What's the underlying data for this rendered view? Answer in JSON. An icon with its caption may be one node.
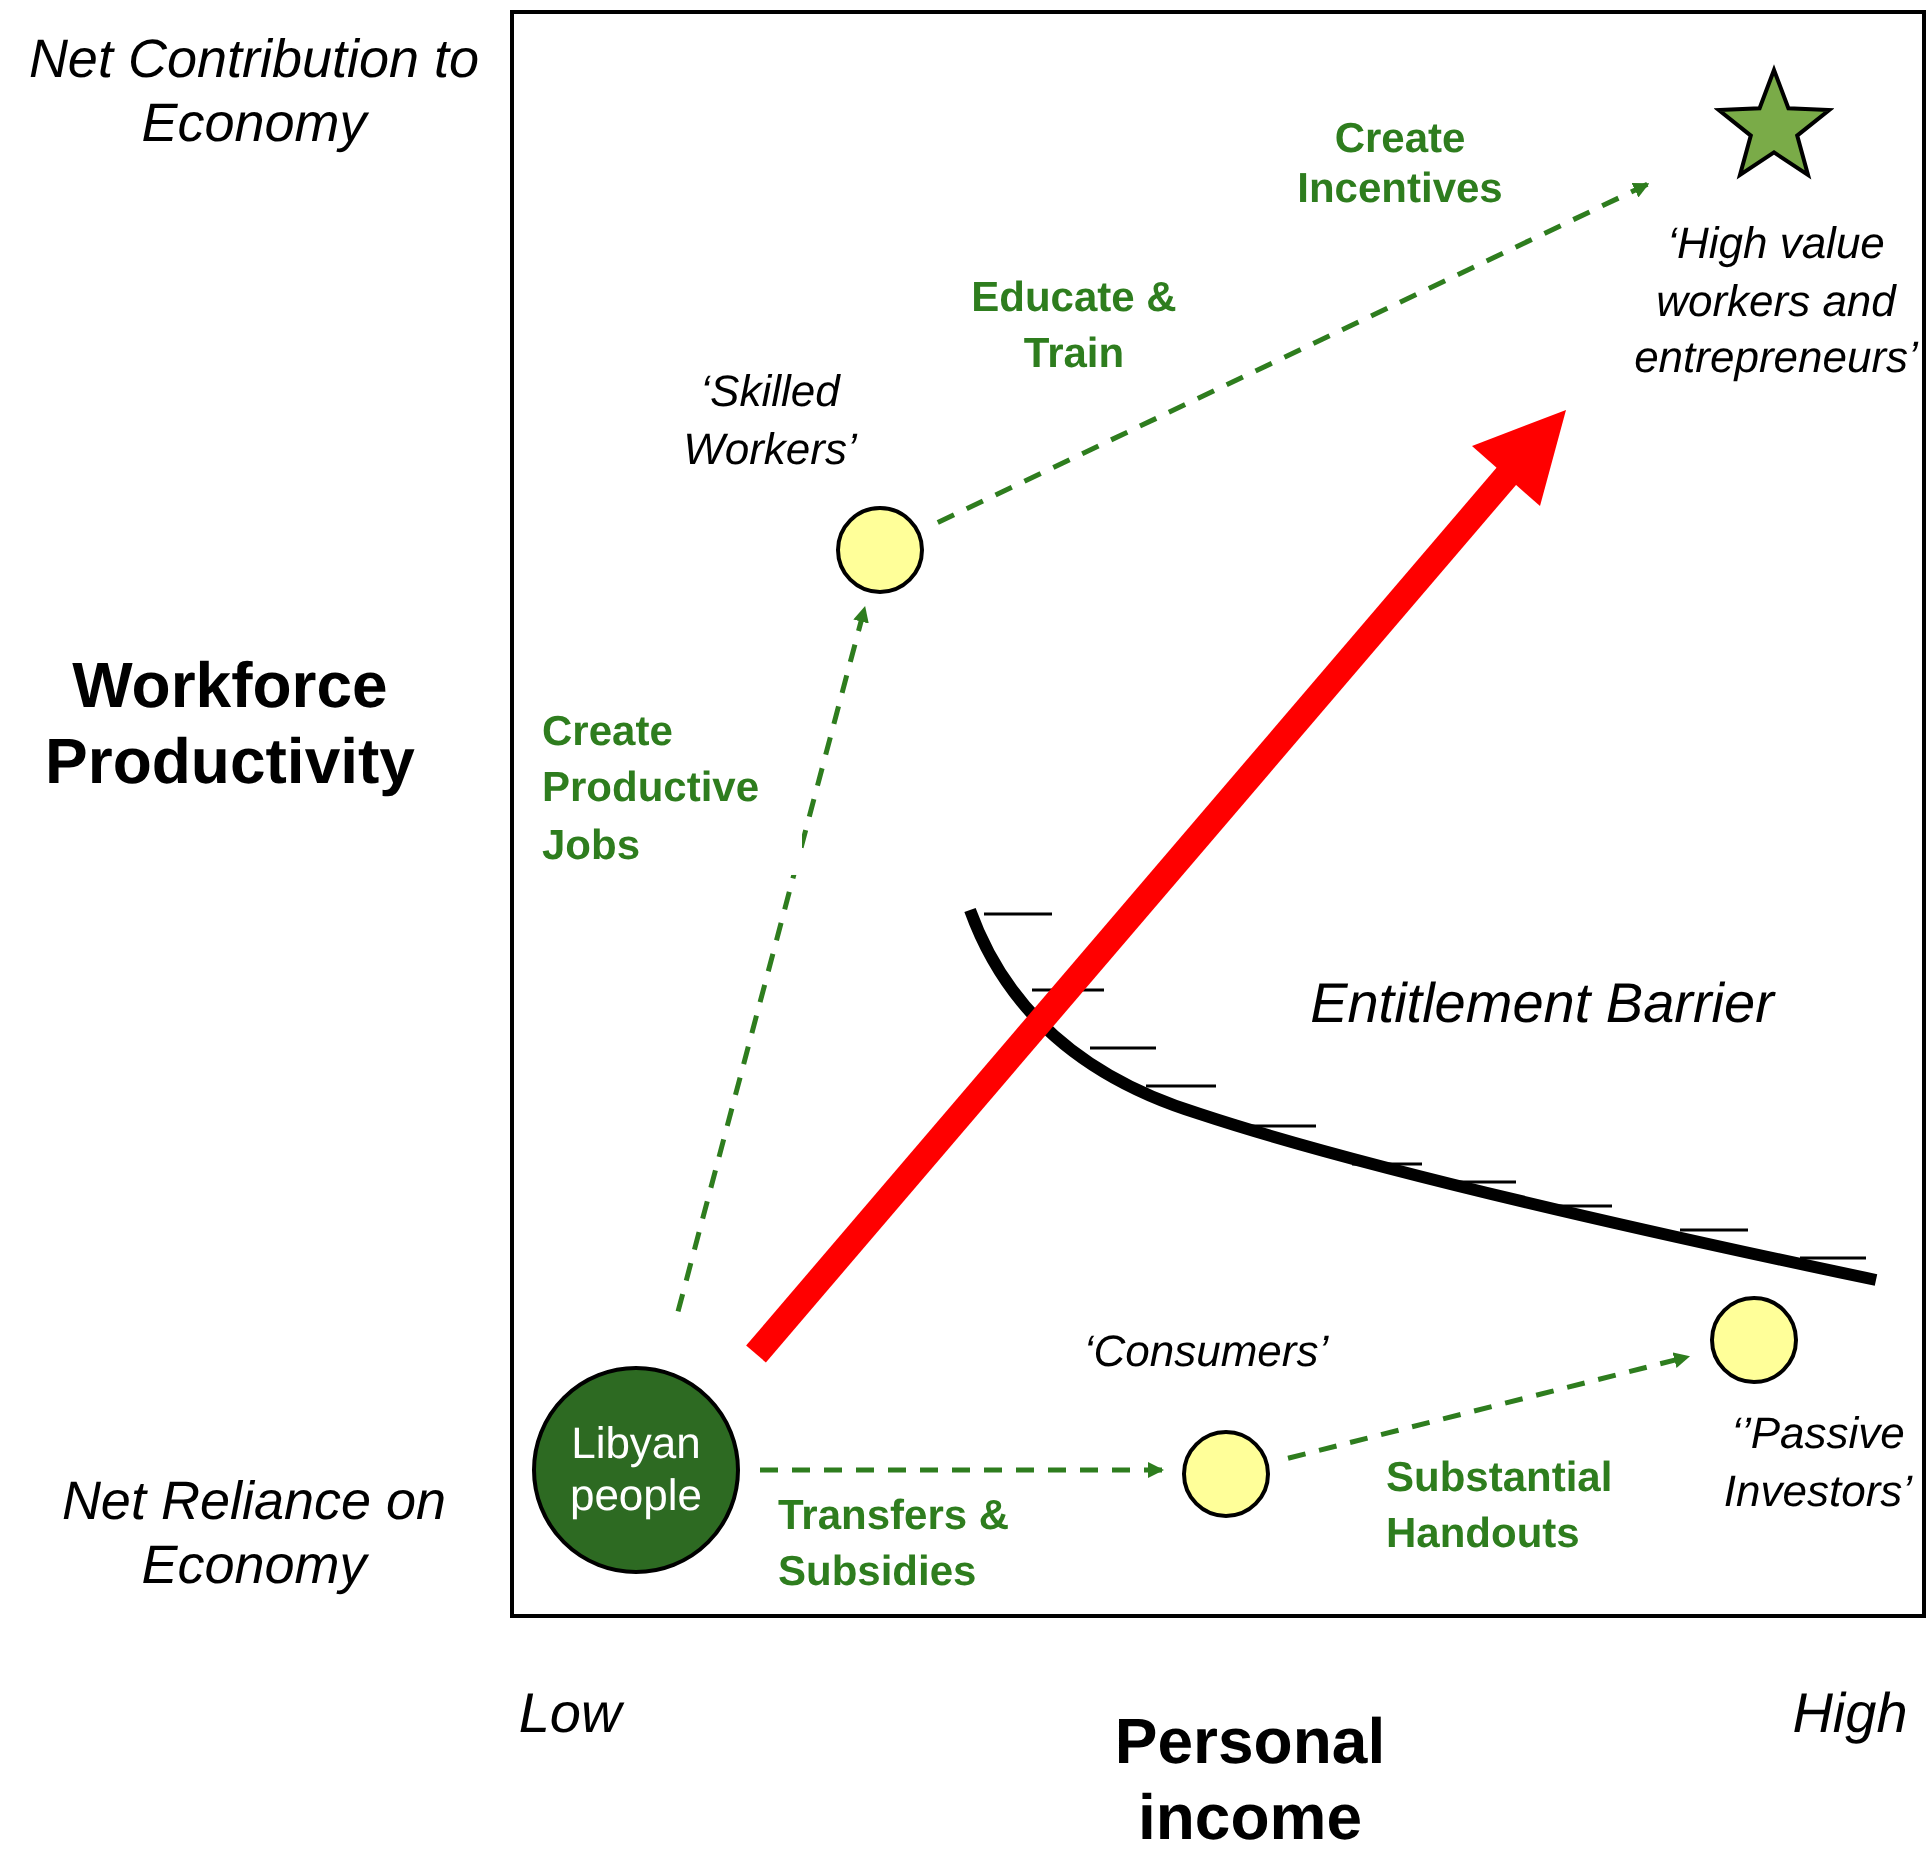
{
  "diagram": {
    "nodes": [
      {
        "text": [
          "Libyan people"
        ]
      },
      {
        "text": [],
        "shape": "circle",
        "beside": [
          "‘Skilled Workers’"
        ]
      },
      {
        "text": [],
        "shape": "circle",
        "beside": [
          "‘Consumers’"
        ]
      },
      {
        "text": [],
        "shape": "circle",
        "beside": [
          "‘’Passive Investors’"
        ]
      },
      {
        "text": [],
        "shape": "star",
        "beside": [
          "‘High value workers and entrepreneurs’"
        ]
      }
    ],
    "edges": [
      {
        "from": 0,
        "to": 1,
        "arrow": "to",
        "style": "dashed",
        "label": "Create Productive Jobs"
      },
      {
        "from": 1,
        "to": 4,
        "arrow": "to",
        "style": "dashed",
        "label": "Educate & Train"
      },
      {
        "from": 0,
        "to": 2,
        "arrow": "to",
        "style": "dashed",
        "label": "Transfers & Subsidies"
      },
      {
        "from": 2,
        "to": 3,
        "arrow": "to",
        "style": "dashed",
        "label": "Substantial Handouts"
      }
    ],
    "labels": [
      "Net Contribution to Economy",
      "Create Incentives",
      "Workforce Productivity",
      "Entitlement Barrier",
      "Net Reliance on Economy",
      "Low",
      "Personal income",
      "High"
    ]
  }
}
